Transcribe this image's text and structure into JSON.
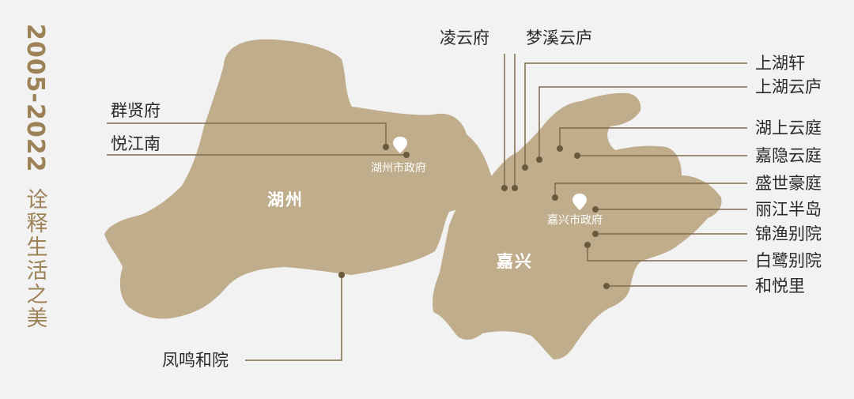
{
  "title": {
    "years": "2005-2022",
    "slogan": "诠释生活之美"
  },
  "colors": {
    "background": "#f2f2f2",
    "land": "#bfad8b",
    "accent": "#9c8256",
    "line": "#7d6b4c",
    "dot": "#6b5a3c"
  },
  "regions": {
    "huzhou": "湖州",
    "jiaxing": "嘉兴"
  },
  "landmarks": {
    "huzhou_gov": "湖州市政府",
    "jiaxing_gov": "嘉兴市政府"
  },
  "projects": {
    "qunxian": "群贤府",
    "yuejiangnan": "悦江南",
    "fengming": "凤鸣和院",
    "lingyun": "凌云府",
    "mengxi": "梦溪云庐",
    "shanghuxuan": "上湖轩",
    "shanghuyunlu": "上湖云庐",
    "hushang": "湖上云庭",
    "jiayin": "嘉隐云庭",
    "shengshi": "盛世豪庭",
    "lijiang": "丽江半岛",
    "jinyu": "锦渔别院",
    "bailu": "白鹭别院",
    "heyueli": "和悦里"
  }
}
